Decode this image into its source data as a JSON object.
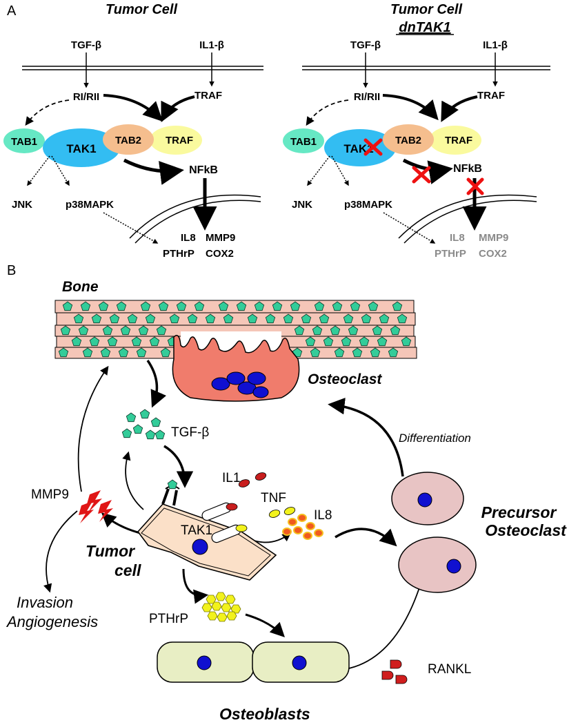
{
  "panel_a": {
    "label": "A",
    "left_title": "Tumor Cell",
    "right_title_line1": "Tumor Cell",
    "right_title_line2": "dnTAK1",
    "tgf": "TGF-β",
    "il1b": "IL1-β",
    "ri_rii": "RI/RII",
    "traf": "TRAF",
    "tab1": "TAB1",
    "tak1": "TAK1",
    "tab2": "TAB2",
    "traf_node": "TRAF",
    "nfkb": "NFkB",
    "jnk": "JNK",
    "p38": "p38MAPK",
    "il8": "IL8",
    "mmp9": "MMP9",
    "pthrp": "PTHrP",
    "cox2": "COX2"
  },
  "panel_b": {
    "label": "B",
    "bone": "Bone",
    "osteoclast": "Osteoclast",
    "tgf": "TGF-β",
    "differentiation": "Differentiation",
    "il1": "IL1",
    "tnf": "TNF",
    "mmp9": "MMP9",
    "il8": "IL8",
    "tak1": "TAK1",
    "precursor_line1": "Precursor",
    "precursor_line2": "Osteoclast",
    "tumor_line1": "Tumor",
    "tumor_line2": "cell",
    "invasion": "Invasion",
    "angiogenesis": "Angiogenesis",
    "pthrp": "PTHrP",
    "rankl": "RANKL",
    "osteoblasts": "Osteoblasts"
  },
  "colors": {
    "tab1": "#66e8c4",
    "tak1": "#33bdf2",
    "tab2": "#f5be8e",
    "traf": "#fafa9e",
    "bone_fill": "#f5c6b8",
    "bone_crystal": "#33cc99",
    "osteoclast_fill": "#f07c6c",
    "nucleus": "#1010d0",
    "precursor_fill": "#e8c4c4",
    "osteoblast_fill": "#e8eec4",
    "tumor_fill": "#fbe0c8",
    "il1": "#c81e1e",
    "tnf": "#f2f21c",
    "il8": "#f05a1e",
    "pthrp": "#f2f21c",
    "rankl": "#d01e1e",
    "block_x": "#ee1111",
    "gray_text": "#8a8a8a"
  }
}
